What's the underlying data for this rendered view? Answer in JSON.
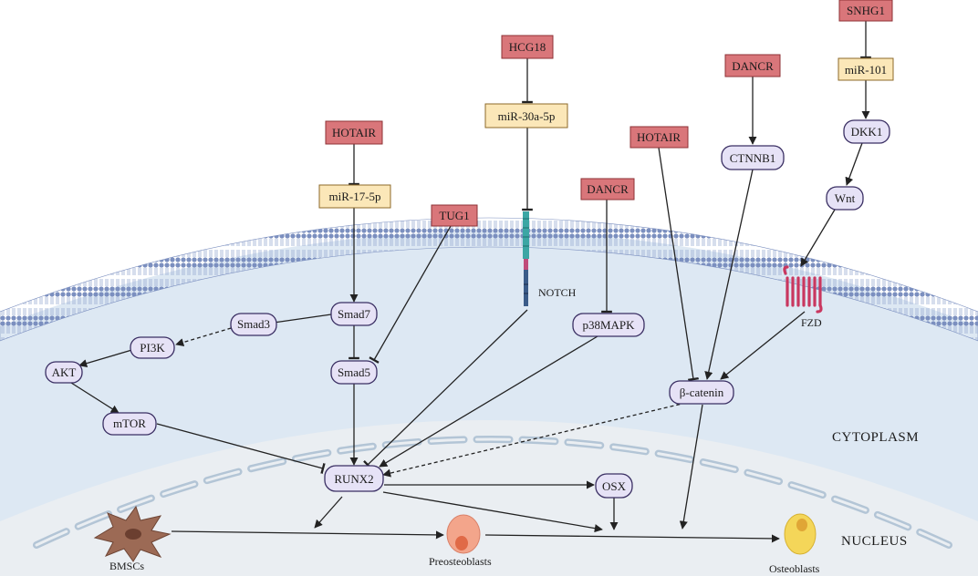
{
  "lncrnas": [
    {
      "id": "hotair1",
      "label": "HOTAIR"
    },
    {
      "id": "hcg18",
      "label": "HCG18"
    },
    {
      "id": "tug1",
      "label": "TUG1"
    },
    {
      "id": "dancr1",
      "label": "DANCR"
    },
    {
      "id": "hotair2",
      "label": "HOTAIR"
    },
    {
      "id": "dancr2",
      "label": "DANCR"
    },
    {
      "id": "snhg1",
      "label": "SNHG1"
    }
  ],
  "mirnas": [
    {
      "id": "mir17",
      "label": "miR-17-5p"
    },
    {
      "id": "mir30a",
      "label": "miR-30a-5p"
    },
    {
      "id": "mir101",
      "label": "miR-101"
    }
  ],
  "proteins": [
    {
      "id": "smad7",
      "label": "Smad7"
    },
    {
      "id": "smad3",
      "label": "Smad3"
    },
    {
      "id": "pi3k",
      "label": "PI3K"
    },
    {
      "id": "akt",
      "label": "AKT"
    },
    {
      "id": "smad5",
      "label": "Smad5"
    },
    {
      "id": "mtor",
      "label": "mTOR"
    },
    {
      "id": "runx2",
      "label": "RUNX2"
    },
    {
      "id": "osx",
      "label": "OSX"
    },
    {
      "id": "p38mapk",
      "label": "p38MAPK"
    },
    {
      "id": "bcatenin",
      "label": "β-catenin"
    },
    {
      "id": "ctnnb1",
      "label": "CTNNB1"
    },
    {
      "id": "dkk1",
      "label": "DKK1"
    },
    {
      "id": "wnt",
      "label": "Wnt"
    }
  ],
  "receptors": {
    "notch": "NOTCH",
    "fzd": "FZD"
  },
  "compartments": {
    "cytoplasm": "CYTOPLASM",
    "nucleus": "NUCLEUS"
  },
  "cells": {
    "bmscs": "BMSCs",
    "preosteoblasts": "Preosteoblasts",
    "osteoblasts": "Osteoblasts"
  },
  "colors": {
    "lncrna_fill": "#d9767a",
    "mirna_fill": "#fbe7b8",
    "protein_fill": "#e6e2f6",
    "membrane": "#7b8fbf",
    "cytoplasm_fill": "#dde8f3",
    "nucleus_fill": "#eaeef2"
  }
}
